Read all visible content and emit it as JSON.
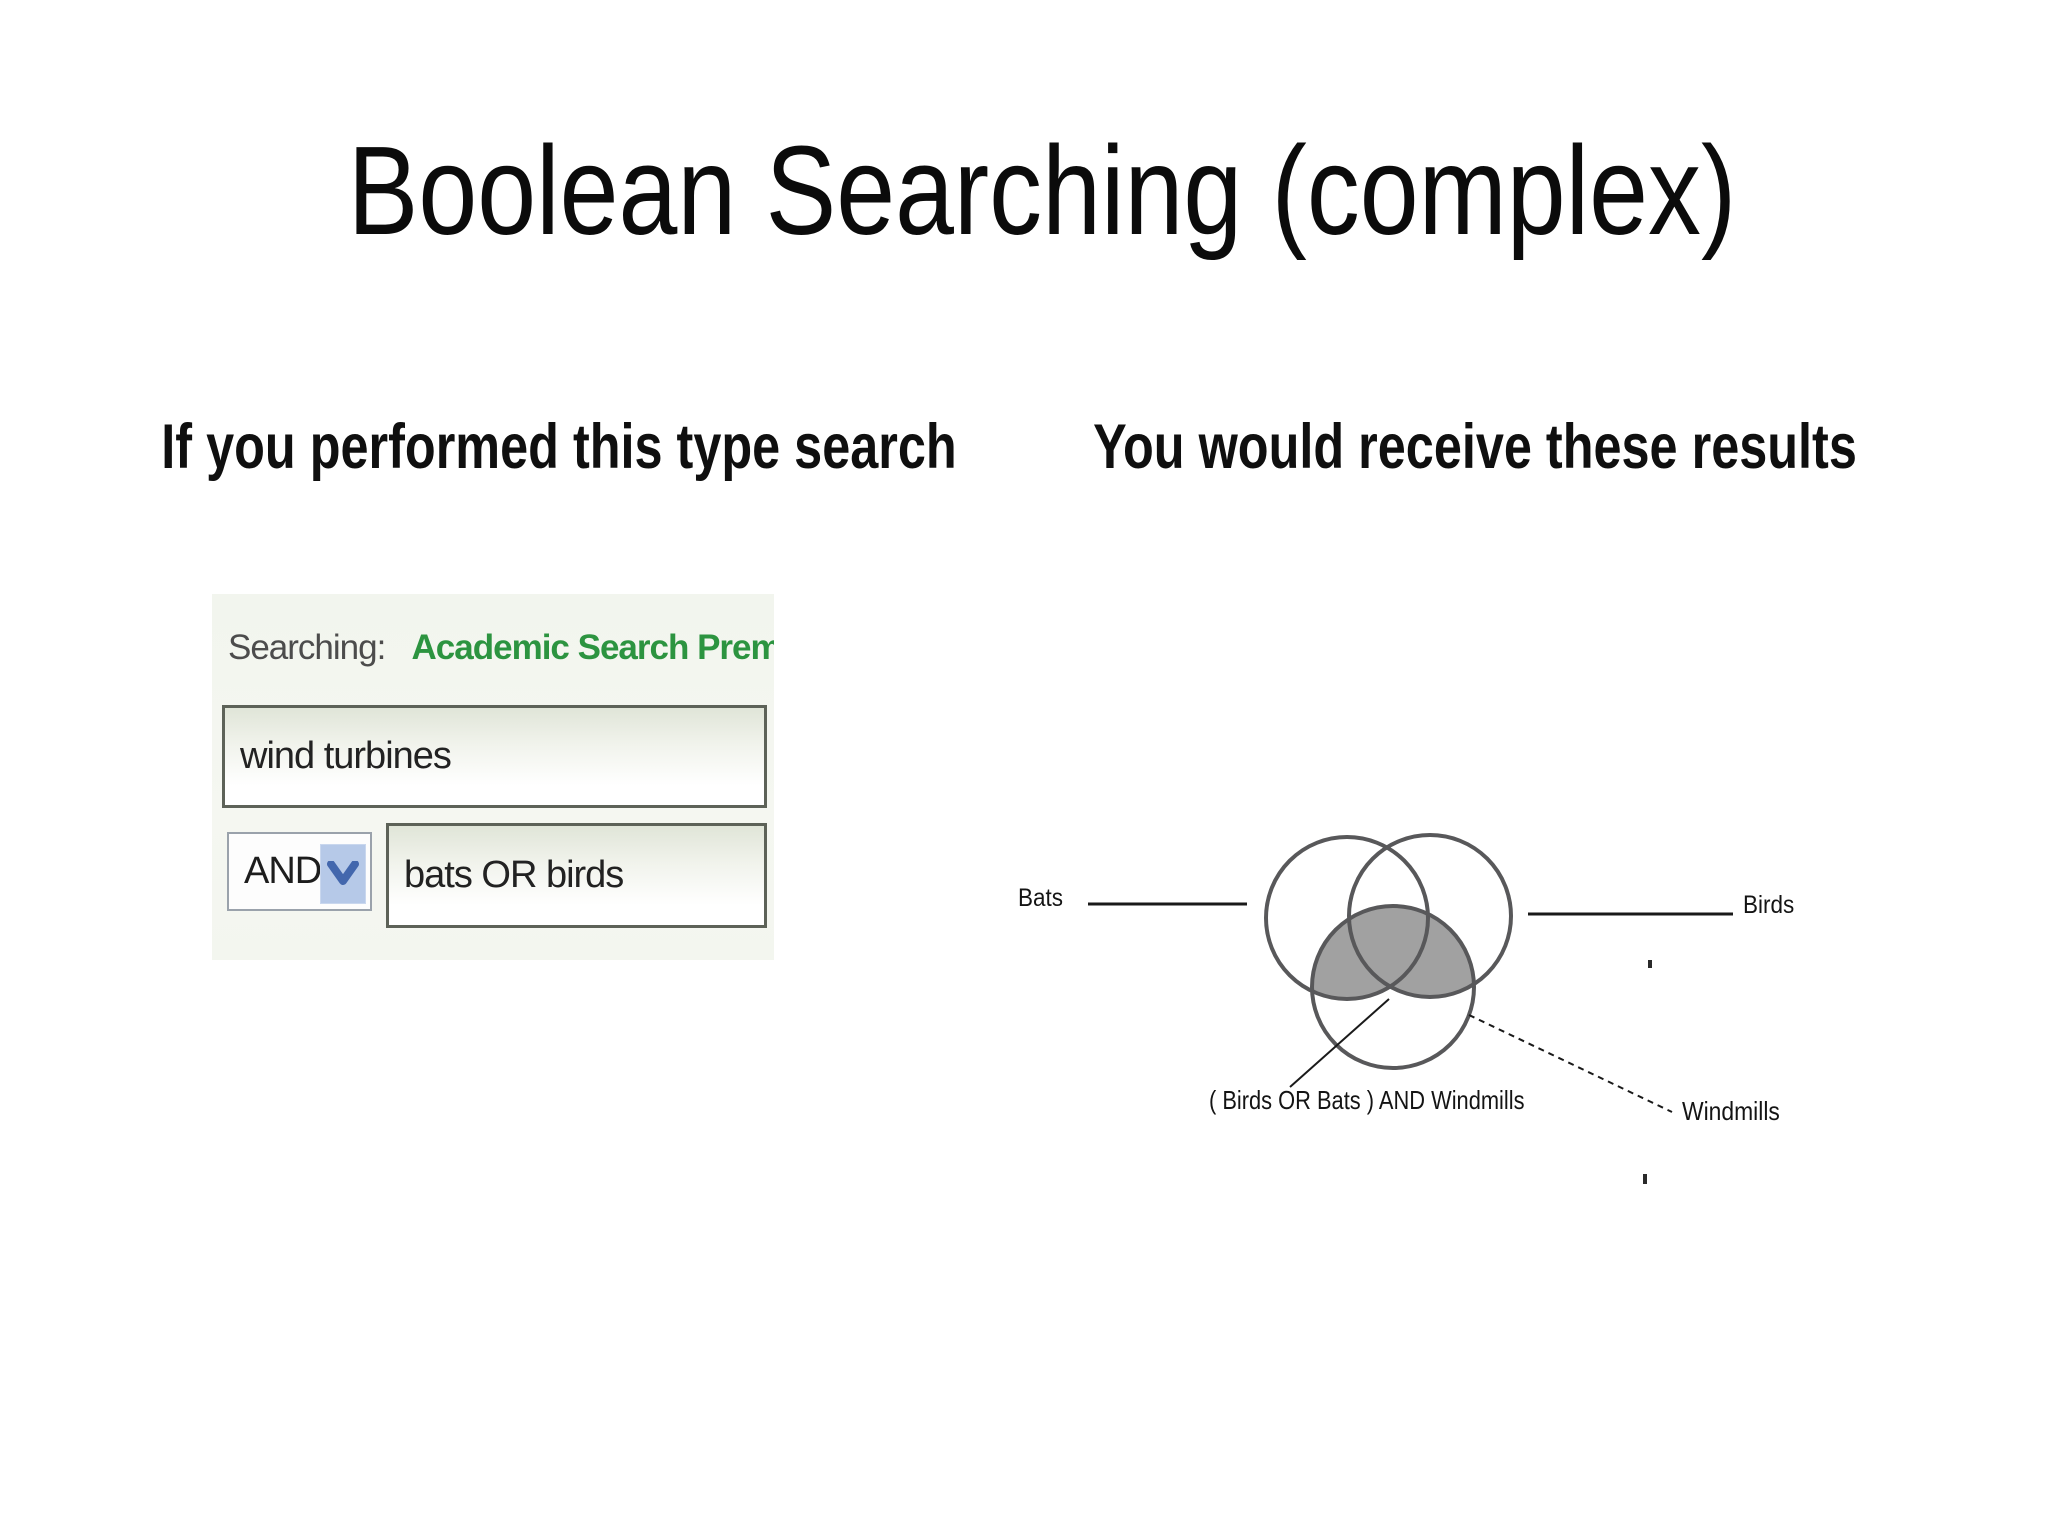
{
  "slide": {
    "title": "Boolean Searching (complex)",
    "left_header": "If you performed this type search",
    "right_header": "You would receive these results"
  },
  "search_panel": {
    "searching_label": "Searching:",
    "database_name": "Academic Search Prem",
    "field1_value": "wind turbines",
    "operator": "AND",
    "field2_value": "bats OR birds"
  },
  "venn": {
    "label_bats": "Bats",
    "label_birds": "Birds",
    "label_windmills": "Windmills",
    "caption": "( Birds OR Bats ) AND Windmills"
  },
  "colors": {
    "database_green": "#2c9440",
    "chevron_bg": "#b6c9e8",
    "chevron_blue": "#4367ad",
    "venn_fill": "#a1a1a1",
    "venn_stroke": "#58585a"
  }
}
